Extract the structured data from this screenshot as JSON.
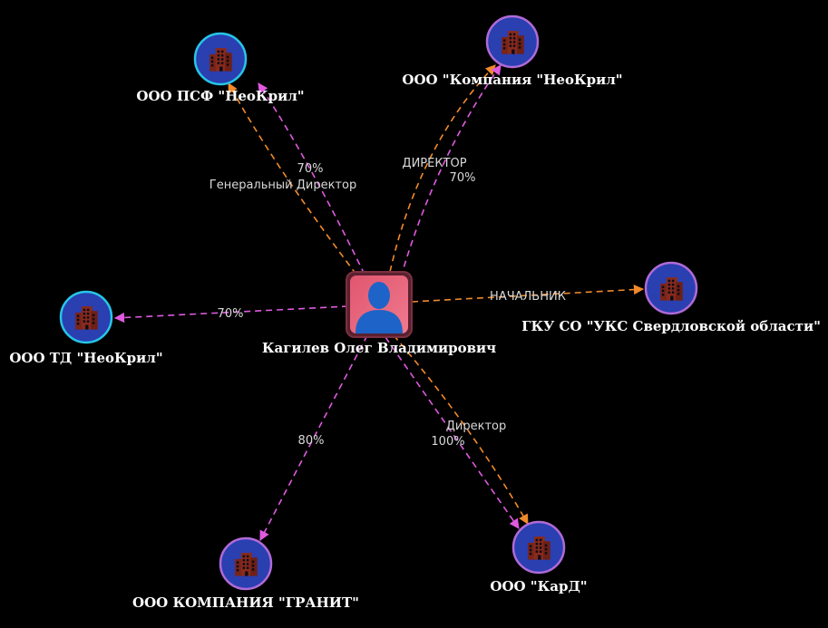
{
  "colors": {
    "background": "#000000",
    "ownership_edge": "#e05ae0",
    "role_edge": "#f08a2a",
    "company_ring_cyan": "#26c6e8",
    "company_ring_violet": "#b06ad8",
    "company_fill": "#2a3fb0",
    "person_fill": "#e0566e",
    "person_silhouette": "#1e63c8"
  },
  "center": {
    "name": "Кагилев Олег Владимирович",
    "icon": "person-icon"
  },
  "companies": [
    {
      "id": "psf",
      "name": "ООО ПСФ \"НеоКрил\"",
      "icon": "building-icon",
      "ring": "cyan"
    },
    {
      "id": "kompaniya",
      "name": "ООО \"Компания \"НеоКрил\"",
      "icon": "building-icon",
      "ring": "violet"
    },
    {
      "id": "td",
      "name": "ООО ТД \"НеоКрил\"",
      "icon": "building-icon",
      "ring": "cyan"
    },
    {
      "id": "gku",
      "name": "ГКУ СО \"УКС Свердловской области\"",
      "icon": "building-icon",
      "ring": "violet"
    },
    {
      "id": "granit",
      "name": "ООО КОМПАНИЯ \"ГРАНИТ\"",
      "icon": "building-icon",
      "ring": "violet"
    },
    {
      "id": "kard",
      "name": "ООО \"КарД\"",
      "icon": "building-icon",
      "ring": "violet"
    }
  ],
  "edges": [
    {
      "to": "psf",
      "type": "ownership",
      "label": "70%"
    },
    {
      "to": "psf",
      "type": "role",
      "label": "Генеральный Директор"
    },
    {
      "to": "kompaniya",
      "type": "role",
      "label": "ДИРЕКТОР"
    },
    {
      "to": "kompaniya",
      "type": "ownership",
      "label": "70%"
    },
    {
      "to": "td",
      "type": "ownership",
      "label": "70%"
    },
    {
      "to": "gku",
      "type": "role",
      "label": "НАЧАЛЬНИК"
    },
    {
      "to": "granit",
      "type": "ownership",
      "label": "80%"
    },
    {
      "to": "kard",
      "type": "role",
      "label": "Директор"
    },
    {
      "to": "kard",
      "type": "ownership",
      "label": "100%"
    }
  ]
}
